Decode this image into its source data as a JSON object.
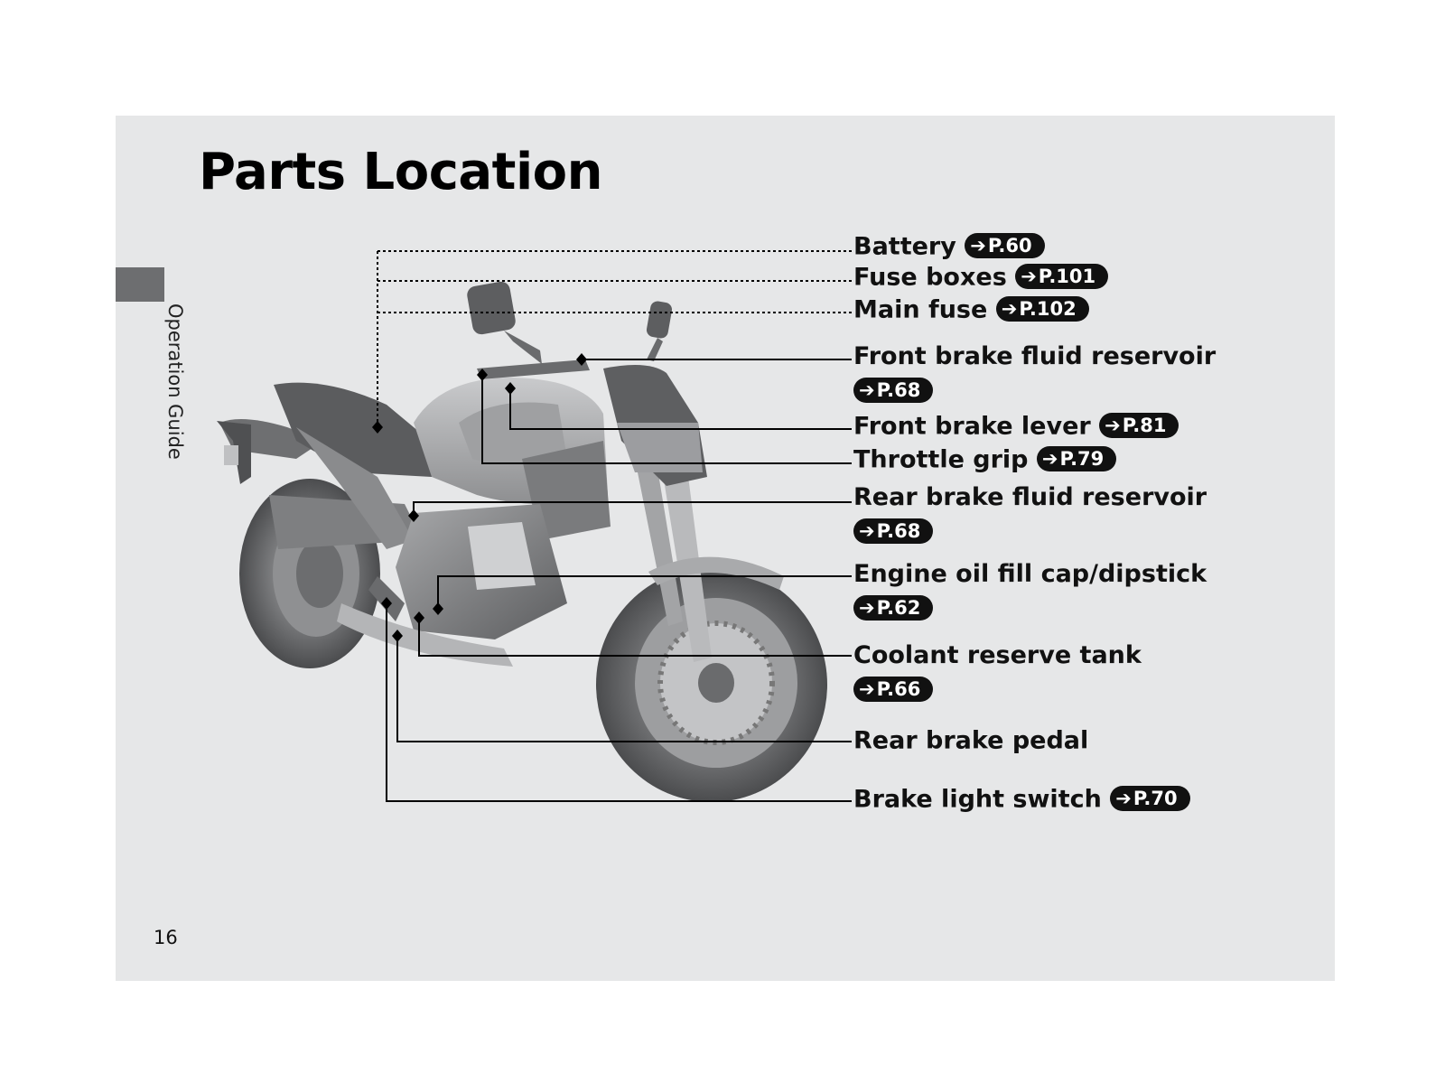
{
  "title": "Parts Location",
  "section": "Operation Guide",
  "page_number": "16",
  "colors": {
    "page_bg": "#e6e7e8",
    "tab": "#6d6e70",
    "badge": "#111111"
  },
  "parts": [
    {
      "name": "Battery",
      "ref": "P.60"
    },
    {
      "name": "Fuse boxes",
      "ref": "P.101"
    },
    {
      "name": "Main fuse",
      "ref": "P.102"
    },
    {
      "name": "Front brake fluid reservoir",
      "ref": "P.68"
    },
    {
      "name": "Front brake lever",
      "ref": "P.81"
    },
    {
      "name": "Throttle grip",
      "ref": "P.79"
    },
    {
      "name": "Rear brake fluid reservoir",
      "ref": "P.68"
    },
    {
      "name": "Engine oil fill cap/dipstick",
      "ref": "P.62"
    },
    {
      "name": "Coolant reserve tank",
      "ref": "P.66"
    },
    {
      "name": "Rear brake pedal",
      "ref": null
    },
    {
      "name": "Brake light switch",
      "ref": "P.70"
    }
  ]
}
